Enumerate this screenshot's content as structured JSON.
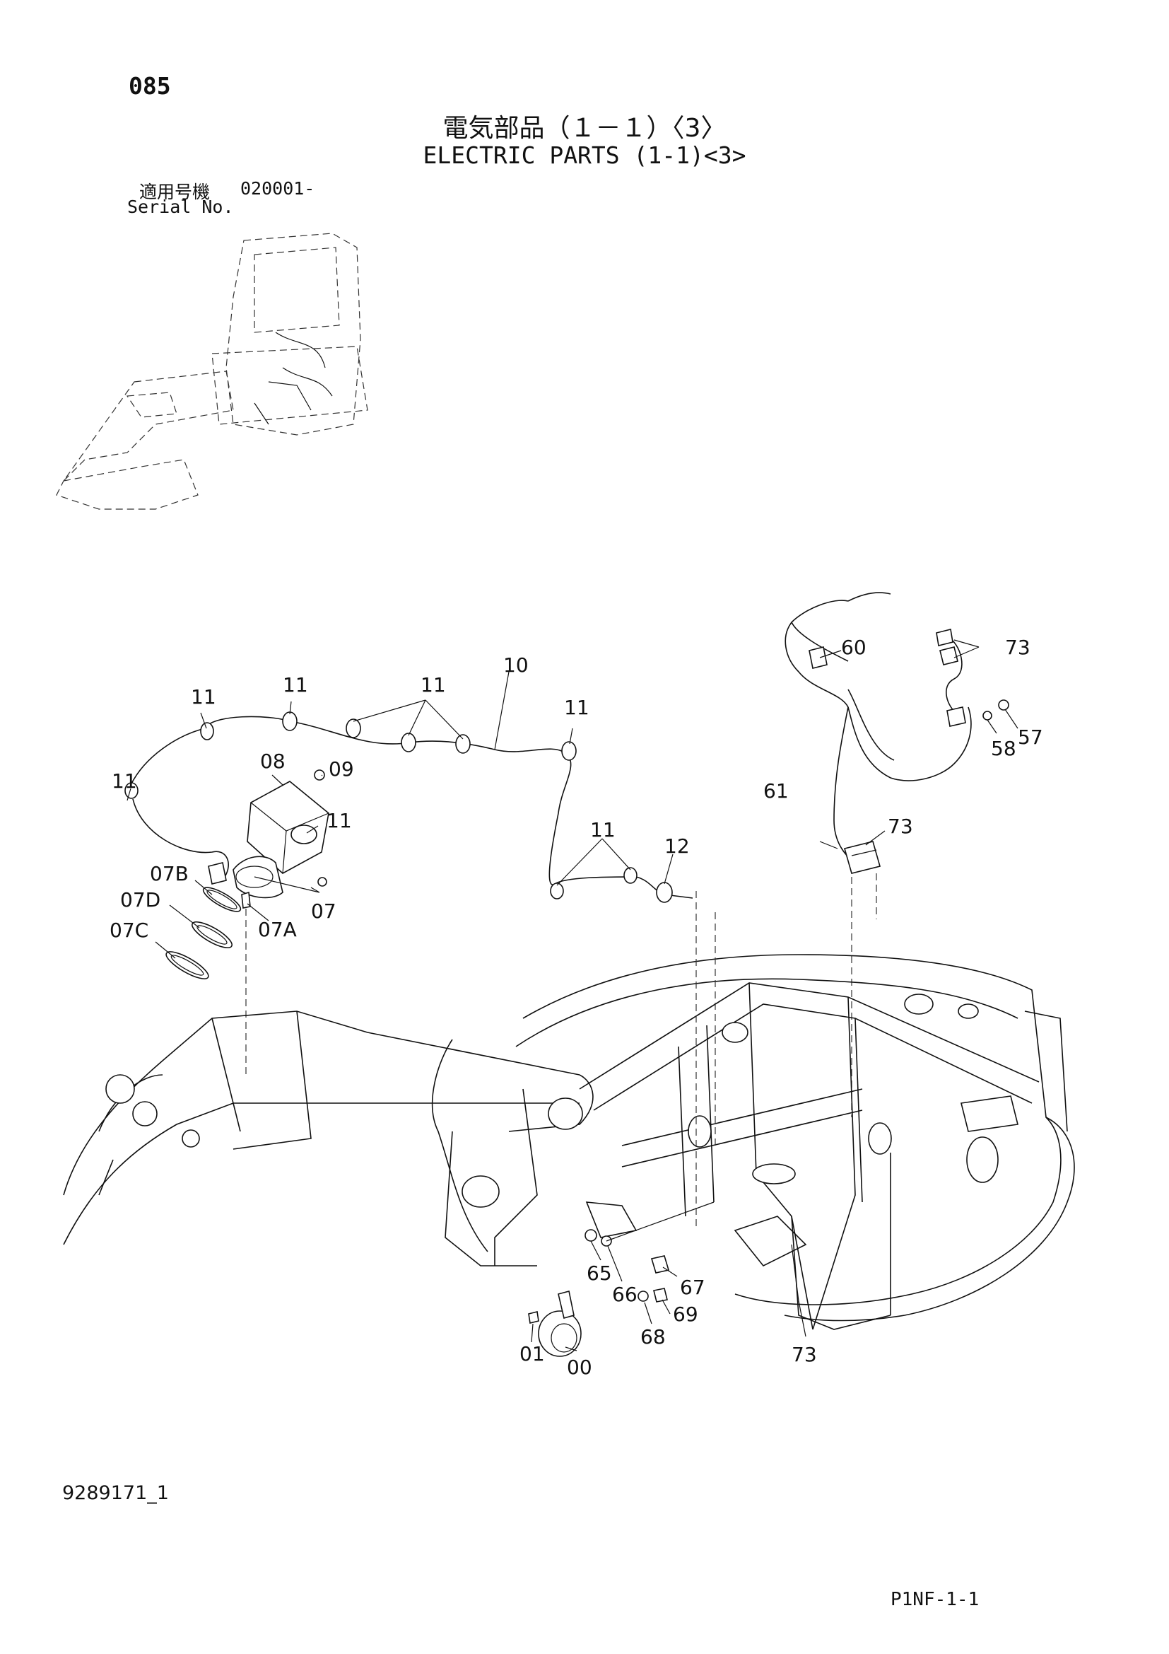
{
  "header": {
    "page_number": "085",
    "title_jp": "電気部品（１－１）〈3〉",
    "title_en": "ELECTRIC PARTS (1-1)<3>",
    "serial_label_jp": "適用号機",
    "serial_label_en": "Serial No.",
    "serial_value": "020001-"
  },
  "footer": {
    "drawing_number": "9289171_1",
    "sheet_code": "P1NF-1-1"
  },
  "callouts": {
    "c10": "10",
    "c11a": "11",
    "c11b": "11",
    "c11c": "11",
    "c11d": "11",
    "c11e": "11",
    "c11f": "11",
    "c11g": "11",
    "c08": "08",
    "c09": "09",
    "c07": "07",
    "c07A": "07A",
    "c07B": "07B",
    "c07C": "07C",
    "c07D": "07D",
    "c12": "12",
    "c60": "60",
    "c61": "61",
    "c73a": "73",
    "c73b": "73",
    "c73c": "73",
    "c58": "58",
    "c57": "57",
    "c65": "65",
    "c66": "66",
    "c67": "67",
    "c68": "68",
    "c69": "69",
    "c00": "00",
    "c01": "01"
  }
}
